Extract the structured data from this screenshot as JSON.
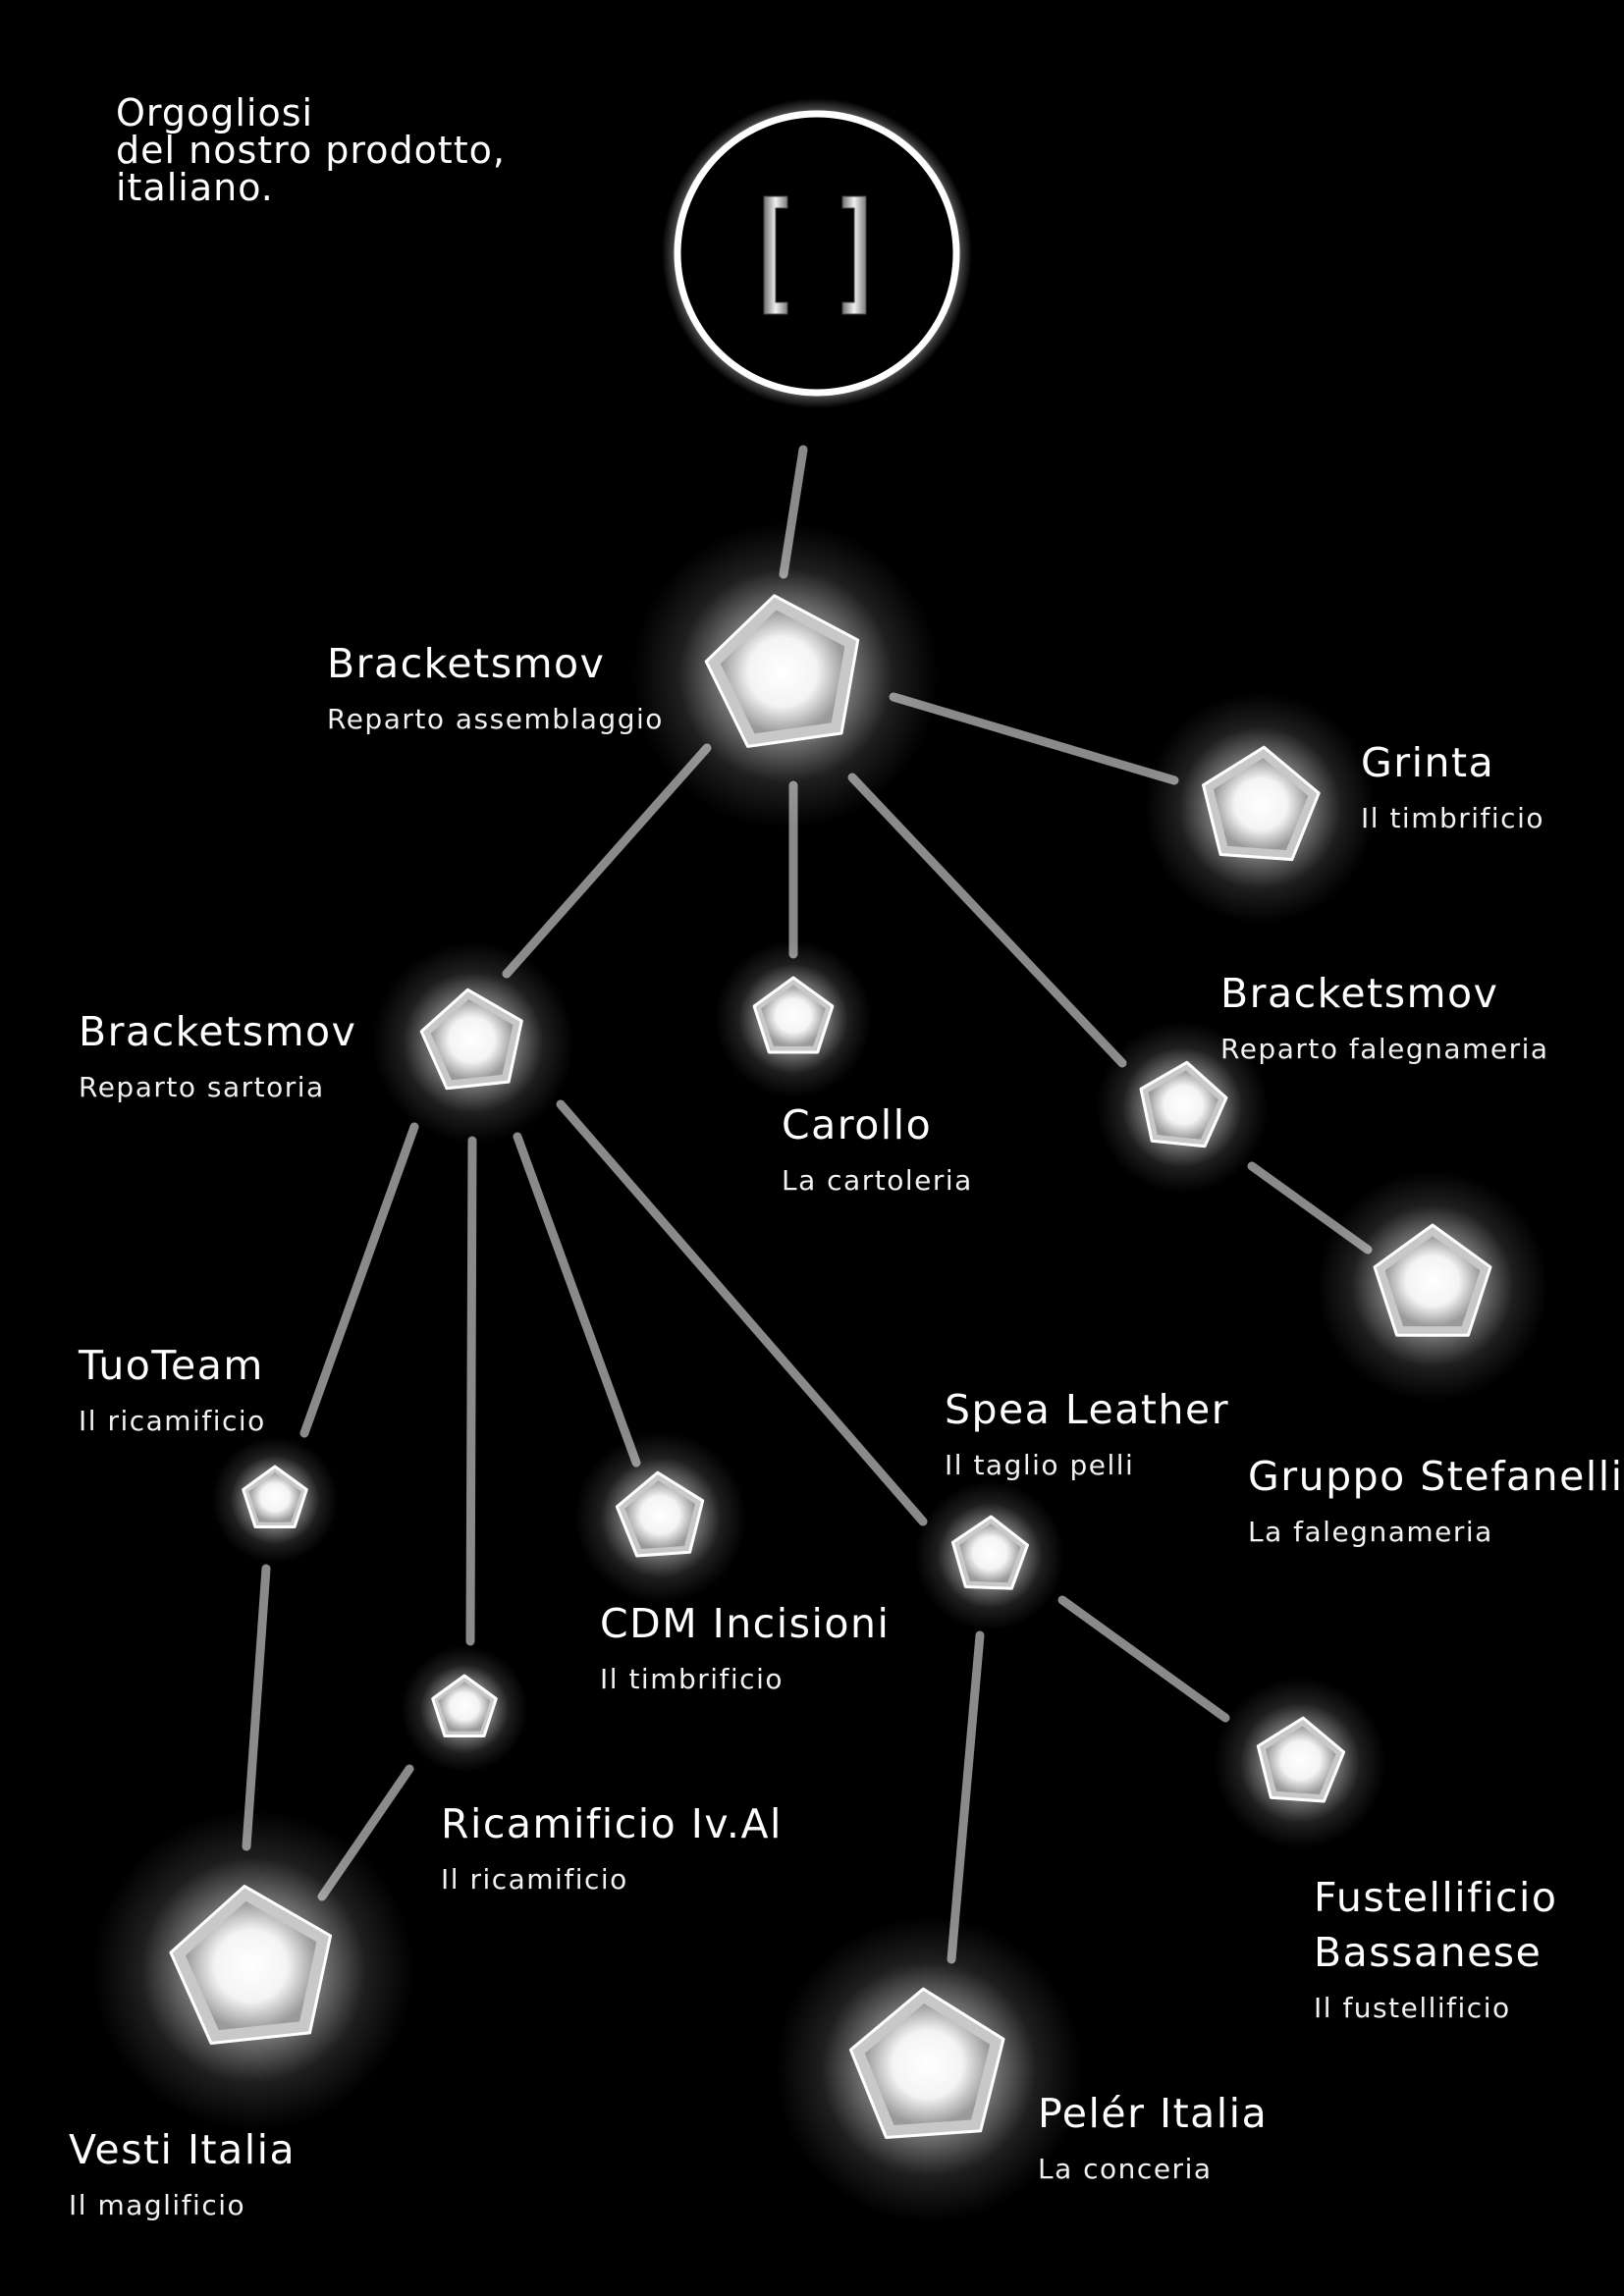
{
  "intro": {
    "line1": "Orgogliosi",
    "line2": "del nostro prodotto,",
    "line3": "italiano."
  },
  "logo": {
    "icon": "brackets-logo-icon"
  },
  "companies": {
    "bracketsmov_assemblaggio": {
      "name": "Bracketsmov",
      "role": "Reparto assemblaggio"
    },
    "grinta": {
      "name": "Grinta",
      "role": "Il timbrificio"
    },
    "bracketsmov_sartoria": {
      "name": "Bracketsmov",
      "role": "Reparto sartoria"
    },
    "carollo": {
      "name": "Carollo",
      "role": "La cartoleria"
    },
    "bracketsmov_falegnameria": {
      "name": "Bracketsmov",
      "role": "Reparto falegnameria"
    },
    "tuoteam": {
      "name": "TuoTeam",
      "role": "Il ricamificio"
    },
    "spea_leather": {
      "name": "Spea Leather",
      "role": "Il taglio pelli"
    },
    "gruppo_stefanelli": {
      "name": "Gruppo Stefanelli",
      "role": "La falegnameria"
    },
    "cdm_incisioni": {
      "name": "CDM Incisioni",
      "role": "Il timbrificio"
    },
    "ricamificio_ival": {
      "name": "Ricamificio Iv.Al",
      "role": "Il ricamificio"
    },
    "fustellificio": {
      "name1": "Fustellificio",
      "name2": "Bassanese",
      "role": "Il fustellificio"
    },
    "peler_italia": {
      "name": "Pelér Italia",
      "role": "La conceria"
    },
    "vesti_italia": {
      "name": "Vesti Italia",
      "role": "Il maglificio"
    }
  },
  "colors": {
    "background": "#000000",
    "node": "#ffffff",
    "link": "#8a8a8a"
  }
}
